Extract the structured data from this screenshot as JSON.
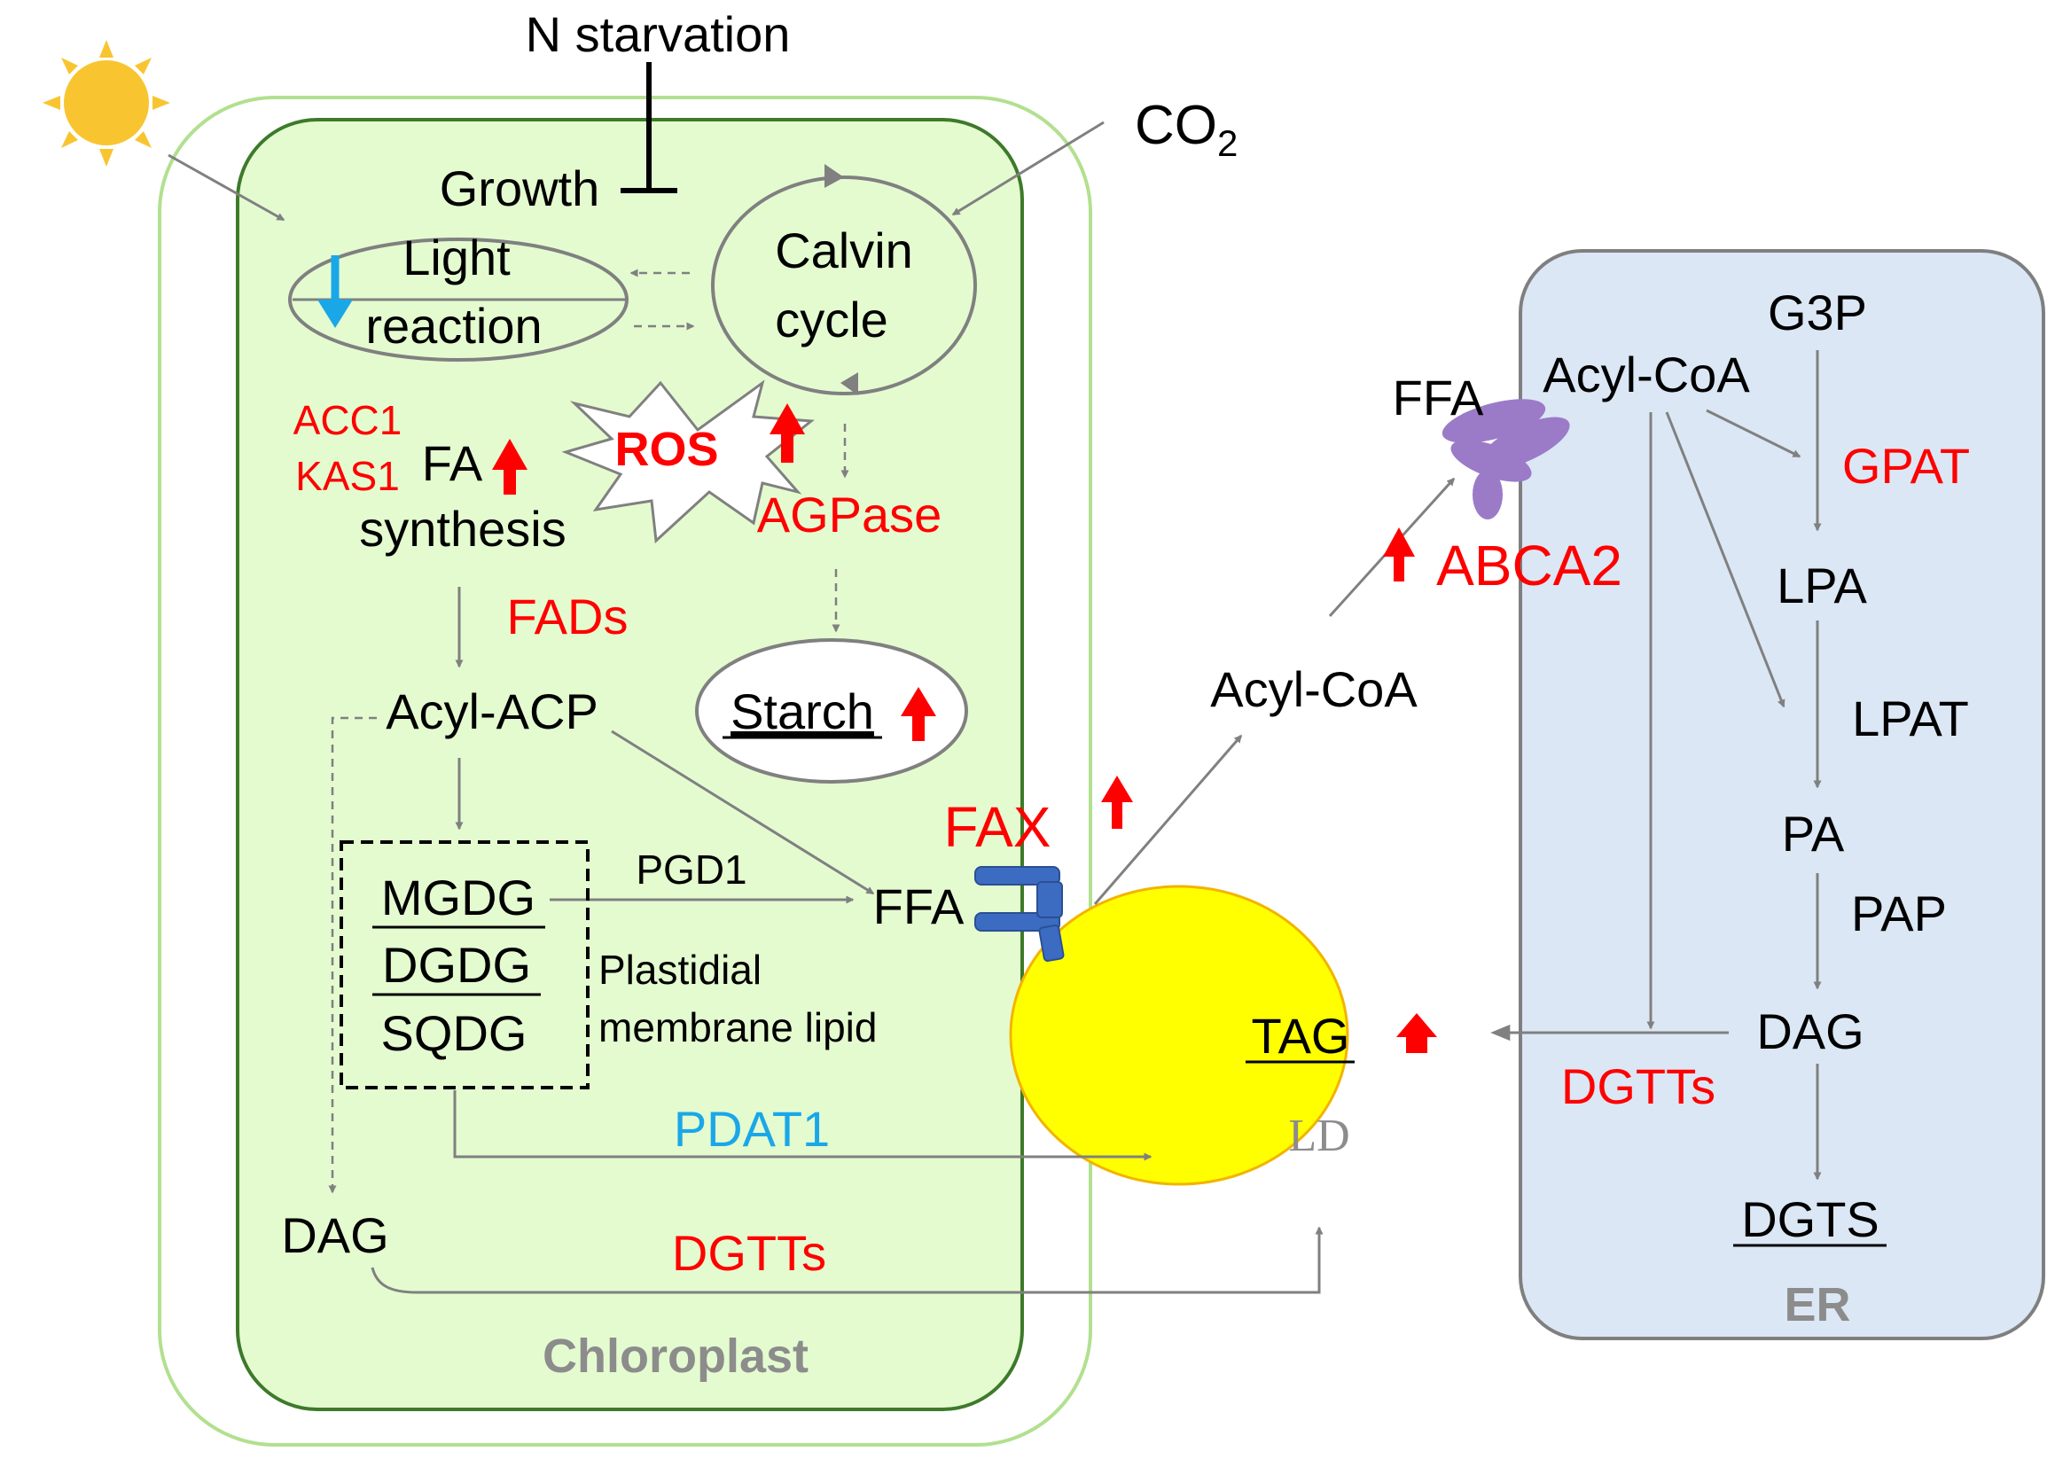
{
  "diagram": {
    "stimulus": "N starvation",
    "co2": {
      "base": "CO",
      "subscript": "2"
    },
    "compartments": {
      "chloroplast": "Chloroplast",
      "er": "ER",
      "lipid_droplet": "LD"
    },
    "chloroplast_nodes": {
      "growth": "Growth",
      "light_reaction": [
        "Light",
        "reaction"
      ],
      "calvin_cycle": [
        "Calvin",
        "cycle"
      ],
      "ros": "ROS",
      "fa_synthesis": [
        "FA",
        "synthesis"
      ],
      "starch": "Starch",
      "acyl_acp": "Acyl-ACP",
      "membrane_lipids": [
        "MGDG",
        "DGDG",
        "SQDG"
      ],
      "plastidial_label": [
        "Plastidial",
        "membrane lipid"
      ],
      "ffa": "FFA",
      "dag": "DAG"
    },
    "chloroplast_enzymes": {
      "acc1": "ACC1",
      "kas1": "KAS1",
      "agpase": "AGPase",
      "fads": "FADs",
      "pgd1": "PGD1",
      "fax": "FAX",
      "pdat1": "PDAT1",
      "dgtts": "DGTTs"
    },
    "cytosol": {
      "acyl_coa": "Acyl-CoA",
      "ffa": "FFA",
      "abca2": "ABCA2",
      "tag": "TAG"
    },
    "er_nodes": {
      "g3p": "G3P",
      "acyl_coa": "Acyl-CoA",
      "gpat": "GPAT",
      "lpa": "LPA",
      "lpat": "LPAT",
      "pa": "PA",
      "pap": "PAP",
      "dag": "DAG",
      "dgtts": "DGTTs",
      "dgts": "DGTS"
    },
    "colors": {
      "chloroplast_fill": "#e4fbd0",
      "chloroplast_border": "#3d7a2a",
      "envelope_border": "#b2e08f",
      "er_fill": "#dbe7f5",
      "er_border": "#7f7f7f",
      "ld_fill": "#ffff00",
      "ld_border": "#f2b400",
      "upregulated": "#ff0000",
      "downregulated": "#1aa7e8",
      "sun": "#f8c531",
      "transporter_fax": "#3c6cc2",
      "transporter_abca2": "#9b7bc8"
    }
  }
}
